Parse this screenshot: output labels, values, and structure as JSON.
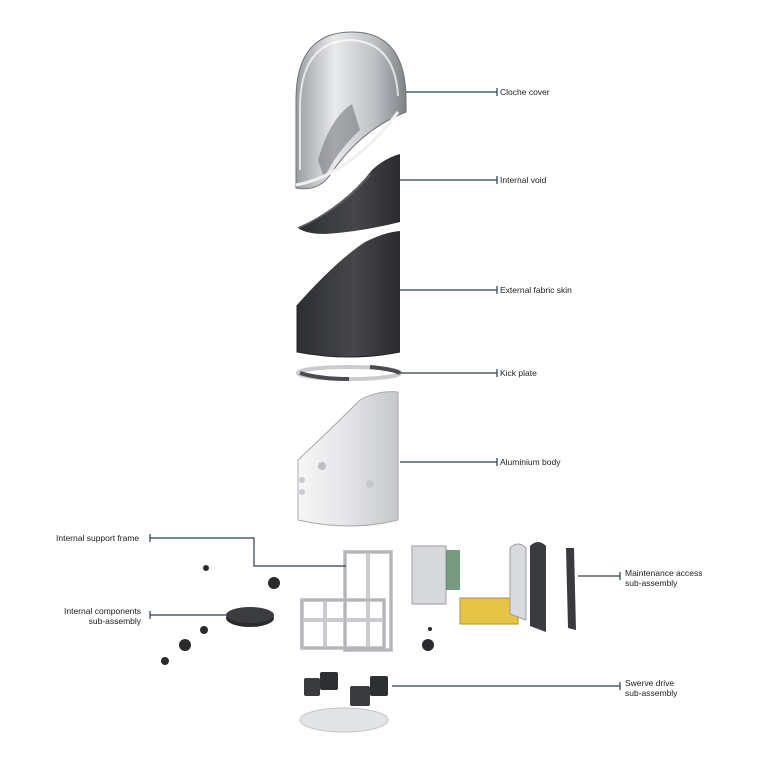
{
  "labels": {
    "cloche_cover": "Cloche cover",
    "internal_void": "Internal void",
    "external_fabric_skin": "External fabric skin",
    "kick_plate": "Kick plate",
    "aluminium_body": "Aluminium body",
    "internal_support_frame": "Internal support frame",
    "maintenance_access_1": "Maintenance access",
    "maintenance_access_2": "sub-assembly",
    "internal_components_1": "Internal components",
    "internal_components_2": "sub-assembly",
    "swerve_drive_1": "Swerve drive",
    "swerve_drive_2": "sub-assembly"
  },
  "colors": {
    "leader": "#2d3f4a",
    "dark_part": "#3a3b3f",
    "aluminium": "#e9eaec",
    "battery": "#e6c445",
    "glass": "#d7d9dc"
  }
}
